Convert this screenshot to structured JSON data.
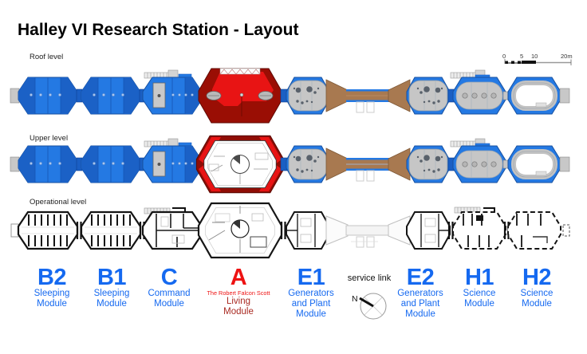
{
  "title": "Halley VI Research Station - Layout",
  "levels": {
    "roof": "Roof level",
    "upper": "Upper level",
    "operational": "Operational level"
  },
  "scale_bar": {
    "ticks": [
      "0",
      "5",
      "10",
      "20m"
    ]
  },
  "compass": {
    "north": "N"
  },
  "service_link": {
    "label": "service link"
  },
  "modules": [
    {
      "code": "B2",
      "lines": [
        "Sleeping",
        "Module"
      ]
    },
    {
      "code": "B1",
      "lines": [
        "Sleeping",
        "Module"
      ]
    },
    {
      "code": "C",
      "lines": [
        "Command",
        "Module"
      ]
    },
    {
      "code": "A",
      "dedication": "The Robert Falcon Scott",
      "lines": [
        "Living",
        "Module"
      ]
    },
    {
      "code": "E1",
      "lines": [
        "Generators",
        "and Plant",
        "Module"
      ]
    },
    {
      "code": "E2",
      "lines": [
        "Generators",
        "and Plant",
        "Module"
      ]
    },
    {
      "code": "H1",
      "lines": [
        "Science",
        "Module"
      ]
    },
    {
      "code": "H2",
      "lines": [
        "Science",
        "Module"
      ]
    }
  ],
  "colors": {
    "module_blue": "#2479e3",
    "module_blue_dark": "#1b61c6",
    "label_blue": "#1569f0",
    "bright_red": "#e81414",
    "dark_red": "#8f0d05",
    "label_red": "#ee1212",
    "label_maroon": "#a92a22",
    "bridge_brown": "#a87950"
  }
}
